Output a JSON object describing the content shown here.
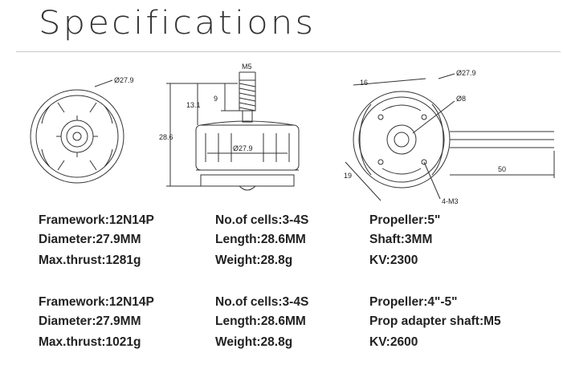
{
  "title": "Specifications",
  "dimensions": {
    "front_diameter": "Ø27.9",
    "shaft_thread": "M5",
    "shaft_thread_length": "9",
    "shaft_total": "13.1",
    "height": "28.6",
    "side_diameter": "Ø27.9",
    "bottom_diameter": "Ø27.9",
    "bore": "Ø8",
    "mount_a": "16",
    "mount_b": "19",
    "cable_length": "50",
    "screw_holes": "4-M3"
  },
  "specs_1": {
    "framework": "Framework:12N14P",
    "cells": "No.of cells:3-4S",
    "propeller": "Propeller:5\"",
    "diameter": "Diameter:27.9MM",
    "length": "Length:28.6MM",
    "shaft": "Shaft:3MM",
    "thrust": "Max.thrust:1281g",
    "weight": "Weight:28.8g",
    "kv": "KV:2300"
  },
  "specs_2": {
    "framework": "Framework:12N14P",
    "cells": "No.of cells:3-4S",
    "propeller": "Propeller:4\"-5\"",
    "diameter": "Diameter:27.9MM",
    "length": "Length:28.6MM",
    "shaft": "Prop adapter shaft:M5",
    "thrust": "Max.thrust:1021g",
    "weight": "Weight:28.8g",
    "kv": "KV:2600"
  }
}
